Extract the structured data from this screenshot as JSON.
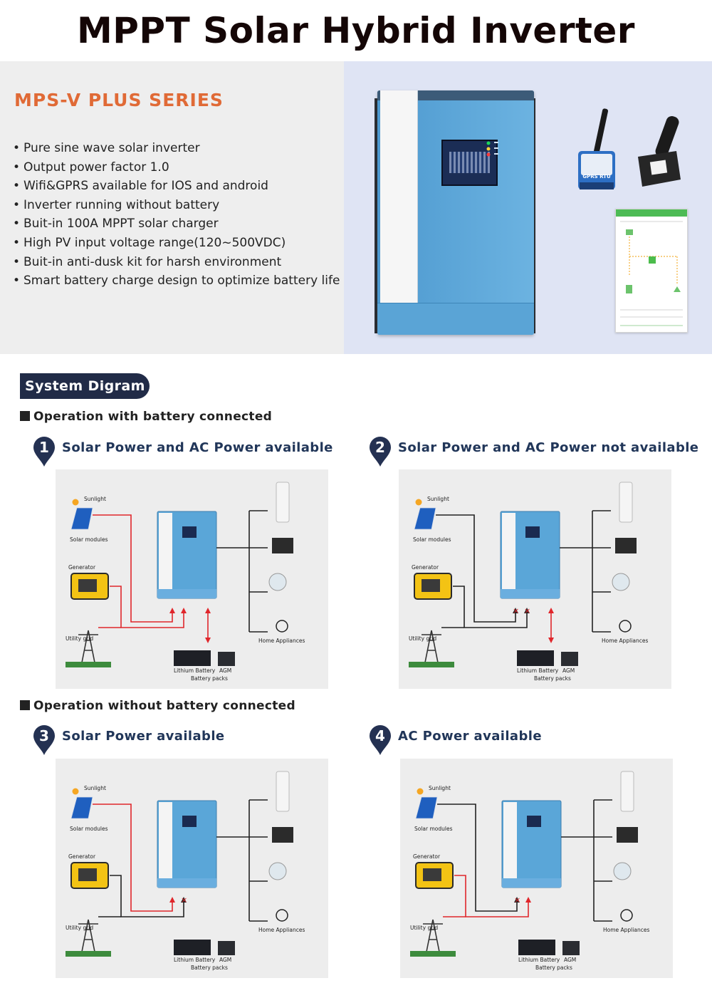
{
  "title": "MPPT Solar Hybrid Inverter",
  "series": "MPS-V PLUS SERIES",
  "features": [
    "Pure sine wave solar inverter",
    "Output power factor 1.0",
    "Wifi&GPRS available for IOS and android",
    "Inverter running without battery",
    "Buit-in 100A MPPT solar charger",
    "High PV input voltage range(120~500VDC)",
    "Buit-in anti-dusk kit for harsh environment",
    "Smart battery charge design to optimize battery life"
  ],
  "device_labels": {
    "gprs": "GPRS RTU"
  },
  "diagram": {
    "tag": "System Digram",
    "with_battery": "Operation with battery connected",
    "without_battery": "Operation without battery connected",
    "cases": [
      {
        "num": "1",
        "label": "Solar Power and AC Power available"
      },
      {
        "num": "2",
        "label": "Solar Power and AC Power not available"
      },
      {
        "num": "3",
        "label": "Solar Power available"
      },
      {
        "num": "4",
        "label": "AC Power available"
      }
    ],
    "labels": {
      "sunlight": "Sunlight",
      "solar_modules": "Solar modules",
      "generator": "Generator",
      "utility_grid": "Utility grid",
      "lithium": "Lithium Battery",
      "agm": "AGM",
      "battery_packs": "Battery packs",
      "home_appliances": "Home Appliances"
    }
  },
  "colors": {
    "accent": "#e06a36",
    "navy": "#212b47",
    "power_line": "#e0262b",
    "idle_line": "#222222",
    "inverter_blue": "#5aa6d8"
  }
}
